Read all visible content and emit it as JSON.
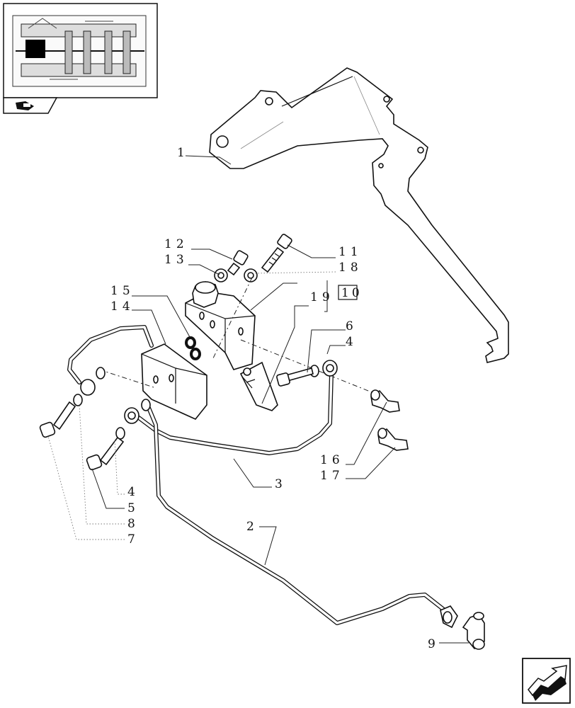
{
  "callouts": {
    "c1": "1",
    "c2": "2",
    "c3": "3",
    "c4a": "4",
    "c4b": "4",
    "c5": "5",
    "c6": "6",
    "c7": "7",
    "c8": "8",
    "c9": "9",
    "c10": "10",
    "c11": "11",
    "c12": "12",
    "c13": "13",
    "c14": "14",
    "c15": "15",
    "c16": "16",
    "c17": "17",
    "c18": "18",
    "c19": "19"
  },
  "icons": {
    "thumbnail": "transmission-locator-thumbnail",
    "catalog_tab": "catalog-tab-icon",
    "next_page": "next-page-arrow-icon"
  }
}
